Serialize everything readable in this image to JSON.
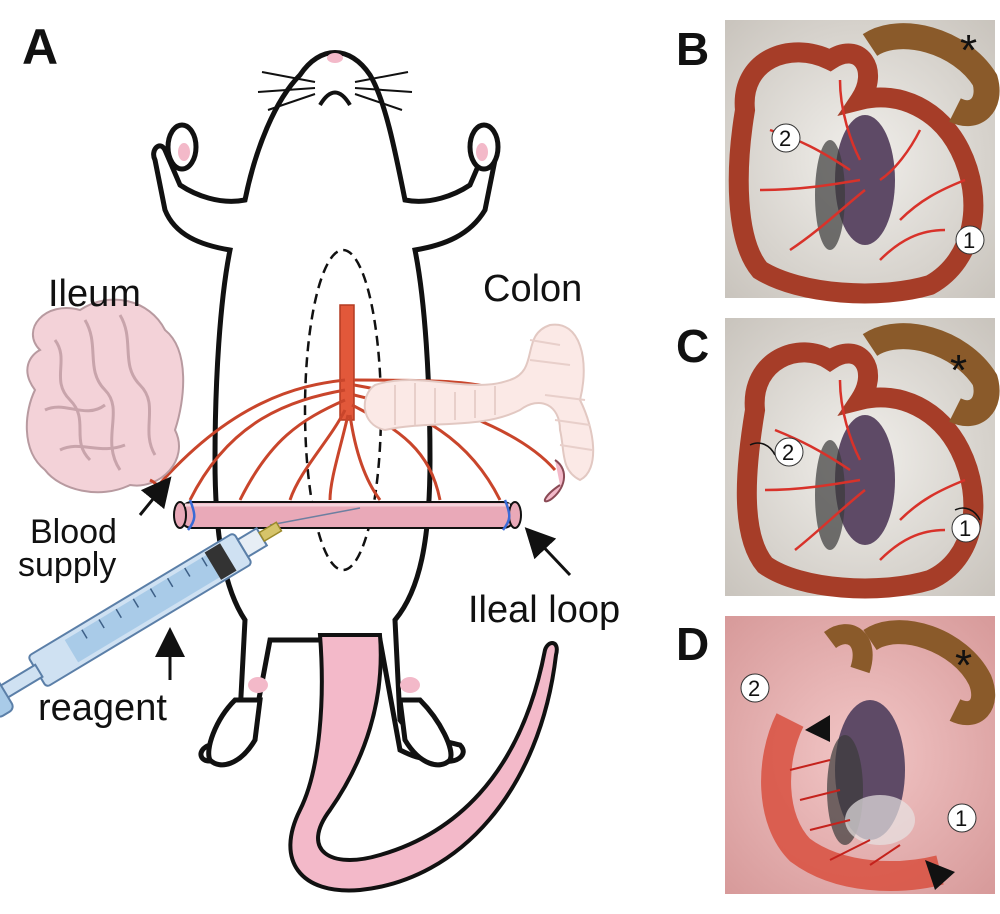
{
  "panels": {
    "A": {
      "letter": "A",
      "labels": {
        "ileum": "Ileum",
        "colon": "Colon",
        "blood_supply_line1": "Blood",
        "blood_supply_line2": "supply",
        "ileal_loop": "Ileal loop",
        "reagent": "reagent"
      }
    },
    "B": {
      "letter": "B",
      "marker_star": "*",
      "marker_1": "1",
      "marker_2": "2"
    },
    "C": {
      "letter": "C",
      "marker_star": "*",
      "marker_1": "1",
      "marker_2": "2"
    },
    "D": {
      "letter": "D",
      "marker_star": "*",
      "marker_1": "1",
      "marker_2": "2"
    }
  },
  "colors": {
    "outline": "#111111",
    "body_fill": "#ffffff",
    "pink": "#f3b9c9",
    "artery": "#e2583a",
    "ileum_fill": "#f3d2d8",
    "colon_fill": "#fbe9e6",
    "syringe_blue": "#a9cbe8",
    "tissue_bg": "#e9e5e0",
    "intestine": "#a63d28",
    "vessel_red": "#d8322a",
    "organ": "#5e4a66"
  },
  "icons": [
    "syringe-icon",
    "arrow-icon",
    "arrowhead-marker-icon",
    "asterisk-marker-icon"
  ]
}
